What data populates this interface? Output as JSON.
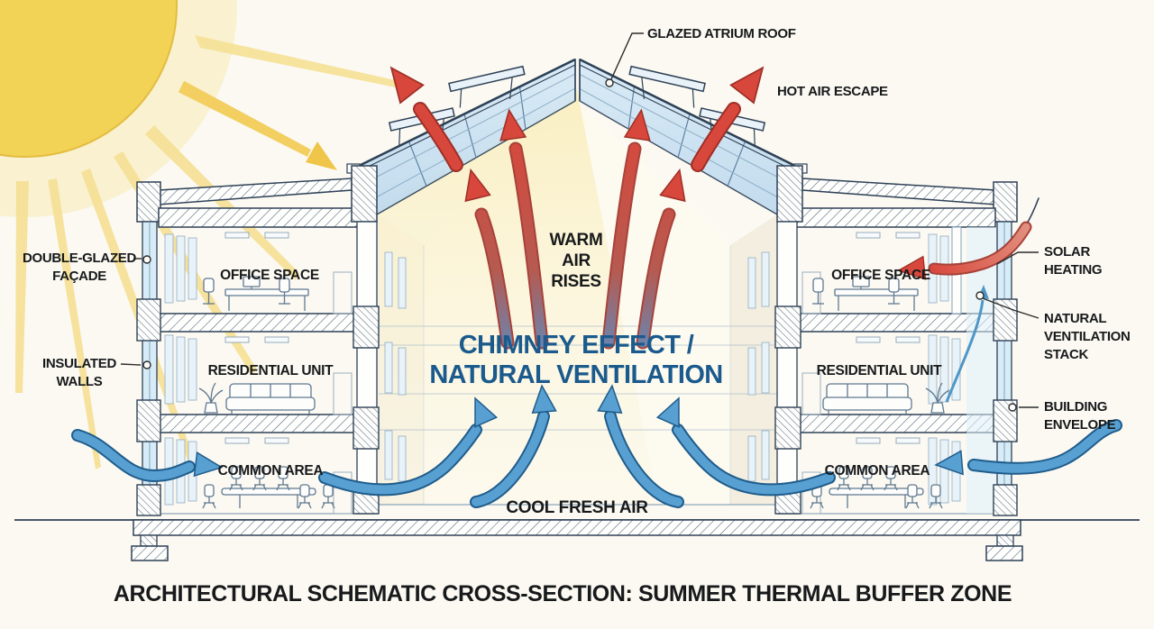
{
  "diagram": {
    "title": "ARCHITECTURAL SCHEMATIC CROSS-SECTION: SUMMER THERMAL BUFFER ZONE",
    "colors": {
      "background": "#FBF9F2",
      "sun": "#F3D355",
      "sun_ray": "#F6E198",
      "warm_arrow": "#D8473B",
      "cool_arrow": "#58A0D2",
      "accent_text": "#1B5A8C",
      "ink_line": "#2E4156",
      "glazing": "#C9E2F3",
      "atrium_glow": "#F9EEBC"
    },
    "labels": {
      "roof": "GLAZED ATRIUM ROOF",
      "escape": "HOT AIR ESCAPE",
      "warm1": "WARM",
      "warm2": "AIR",
      "warm3": "RISES",
      "chimney1": "CHIMNEY EFFECT /",
      "chimney2": "NATURAL VENTILATION",
      "cool": "COOL FRESH AIR",
      "office_left": "OFFICE SPACE",
      "office_right": "OFFICE SPACE",
      "residential_left": "RESIDENTIAL UNIT",
      "residential_right": "RESIDENTIAL UNIT",
      "common_left": "COMMON AREA",
      "common_right": "COMMON AREA",
      "dg1": "DOUBLE-GLAZED",
      "dg2": "FAÇADE",
      "iw1": "INSULATED",
      "iw2": "WALLS",
      "sh1": "SOLAR",
      "sh2": "HEATING",
      "nv1": "NATURAL",
      "nv2": "VENTILATION",
      "nv3": "STACK",
      "be1": "BUILDING",
      "be2": "ENVELOPE"
    }
  }
}
